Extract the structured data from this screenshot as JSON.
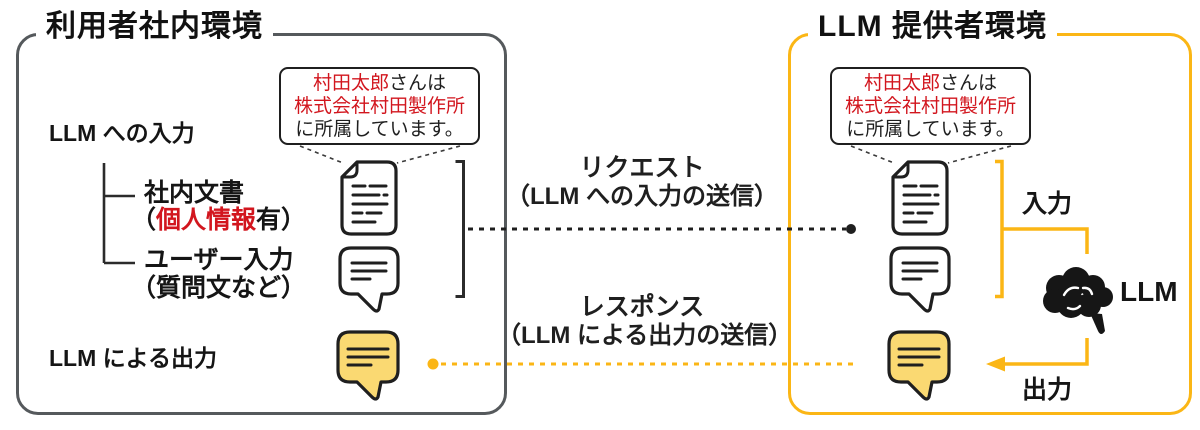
{
  "left_env": {
    "title": "利用者社内環境",
    "input_section_label": "LLM への入力",
    "tree_item1_title": "社内文書",
    "tree_item1_note_pre": "（",
    "tree_item1_note_red": "個人情報",
    "tree_item1_note_post": "有）",
    "tree_item2_title": "ユーザー入力",
    "tree_item2_note": "（質問文など）",
    "output_section_label": "LLM による出力"
  },
  "right_env": {
    "title": "LLM 提供者環境",
    "input_label": "入力",
    "output_label": "出力",
    "llm_label": "LLM"
  },
  "callout": {
    "line1_red": "村田太郎",
    "line1_rest": "さんは",
    "line2_red": "株式会社村田製作所",
    "line3": "に所属しています。"
  },
  "flow": {
    "request_title": "リクエスト",
    "request_subtitle": "（LLM への入力の送信）",
    "response_title": "レスポンス",
    "response_subtitle": "（LLM による出力の送信）"
  },
  "colors": {
    "accent_yellow": "#FBB615",
    "bubble_fill_yellow": "#FAD972",
    "alert_red": "#D2161E",
    "frame_gray": "#55595C",
    "ink_black": "#1F1F1F"
  }
}
